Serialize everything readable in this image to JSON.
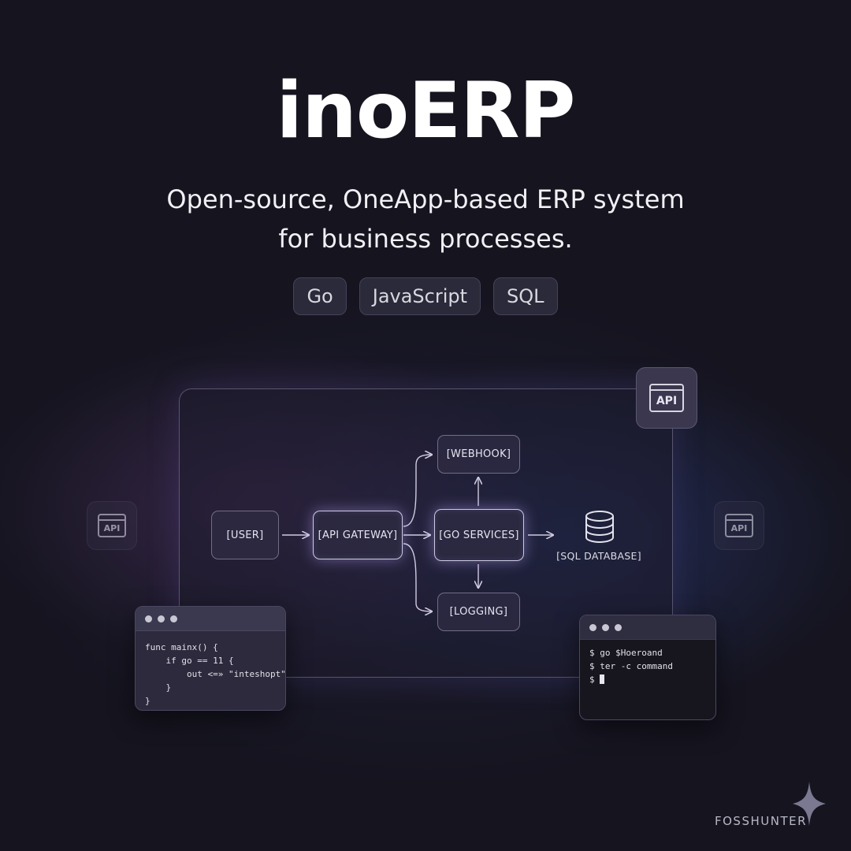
{
  "title": "inoERP",
  "subtitle": [
    "Open-source, OneApp-based ERP system",
    "for business processes."
  ],
  "tags": [
    "Go",
    "JavaScript",
    "SQL"
  ],
  "diagram": {
    "nodes": {
      "user": "[USER]",
      "api_gateway": "[API GATEWAY]",
      "go_services": "[GO SERVICES]",
      "webhook": "[WEBHOOK]",
      "logging": "[LOGGING]",
      "sql_database": "[SQL DATABASE]"
    }
  },
  "api_tiles": [
    "API",
    "API",
    "API"
  ],
  "code_window": {
    "lines": [
      "func mainx() {",
      "    if go == 11 {",
      "        out <=» \"inteshopt\"",
      "    }",
      "}"
    ]
  },
  "terminal_window": {
    "lines": [
      "$ go $Hoeroand",
      "$ ter -c command",
      "$ "
    ]
  },
  "brand": "FOSSHUNTER",
  "colors": {
    "background": "#15141f",
    "node_border": "#c8c3e1",
    "tag_bg": "#2b2a3a"
  }
}
